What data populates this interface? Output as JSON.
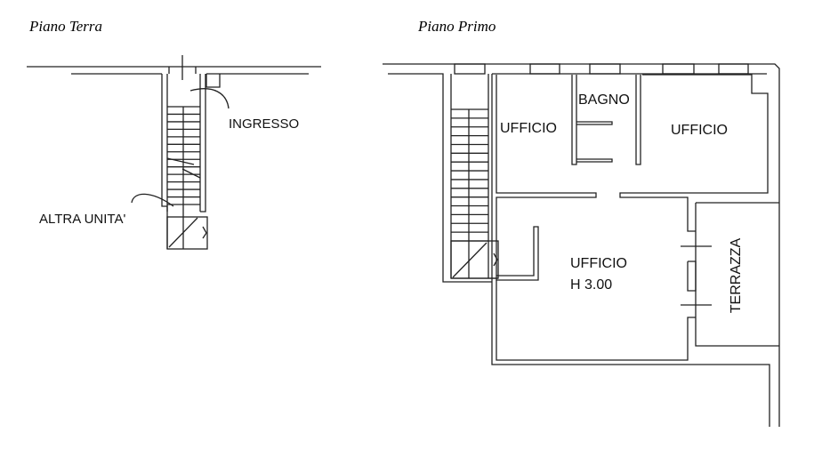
{
  "ground_floor": {
    "title": "Piano Terra",
    "labels": {
      "entrance": "INGRESSO",
      "other_unit": "ALTRA UNITA'"
    }
  },
  "first_floor": {
    "title": "Piano Primo",
    "rooms": {
      "office_left": "UFFICIO",
      "bathroom": "BAGNO",
      "office_right": "UFFICIO",
      "office_main": "UFFICIO",
      "office_main_height": "H 3.00",
      "terrace": "TERRAZZA"
    }
  }
}
